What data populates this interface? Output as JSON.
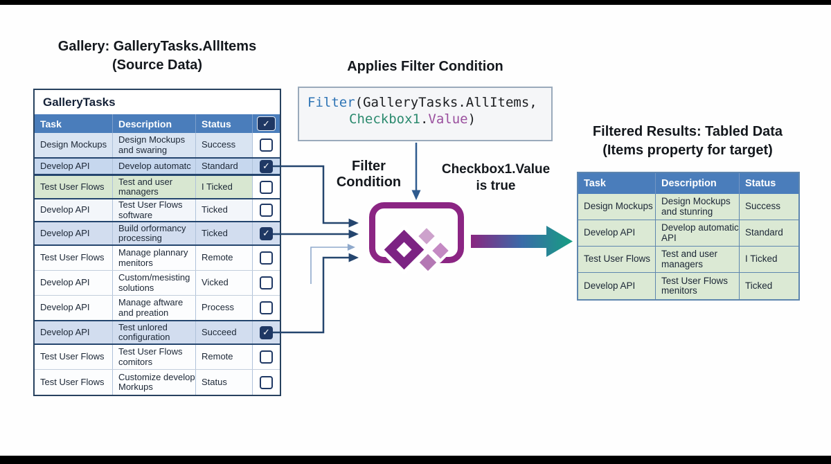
{
  "left_panel": {
    "title_line1": "Gallery: GalleryTasks.AllItems",
    "title_line2": "(Source Data)",
    "table": {
      "name": "GalleryTasks",
      "columns": [
        "Task",
        "Description",
        "Status"
      ],
      "check_glyph": "✓",
      "rows": [
        {
          "task": "Design Mockups",
          "description": "Design Mockups and swaring",
          "status": "Success",
          "checked": false,
          "bg": "blue1",
          "highlight": false
        },
        {
          "task": "Develop API",
          "description": "Develop automatc",
          "status": "Standard",
          "checked": true,
          "bg": "blue2",
          "highlight": true
        },
        {
          "task": "Test User Flows",
          "description": "Test and user managers",
          "status": "I Ticked",
          "checked": false,
          "bg": "green",
          "highlight": true
        },
        {
          "task": "Develop API",
          "description": "Test User Flows software",
          "status": "Ticked",
          "checked": false,
          "bg": "white1",
          "highlight": false
        },
        {
          "task": "Develop API",
          "description": "Build orformancy processing",
          "status": "Ticked",
          "checked": true,
          "bg": "blue3",
          "highlight": true
        },
        {
          "task": "Test User Flows",
          "description": "Manage plannary menitors",
          "status": "Remote",
          "checked": false,
          "bg": "white",
          "highlight": false
        },
        {
          "task": "Develop API",
          "description": "Custom/mesisting solutions",
          "status": "Vicked",
          "checked": false,
          "bg": "white",
          "highlight": false
        },
        {
          "task": "Develop API",
          "description": "Manage aftware and preation",
          "status": "Process",
          "checked": false,
          "bg": "white",
          "highlight": false
        },
        {
          "task": "Develop API",
          "description": "Test unlored configuration",
          "status": "Succeed",
          "checked": true,
          "bg": "blue3",
          "highlight": true
        },
        {
          "task": "Test User Flows",
          "description": "Test User Flows comitors",
          "status": "Remote",
          "checked": false,
          "bg": "white",
          "highlight": false
        },
        {
          "task": "Test User Flows",
          "description": "Customize develop Morkups",
          "status": "Status",
          "checked": false,
          "bg": "white",
          "highlight": false
        }
      ]
    }
  },
  "center_panel": {
    "title": "Applies Filter Condition",
    "code": {
      "fn": "Filter",
      "args_open": "(GalleryTasks.AllItems,",
      "obj": "Checkbox1",
      "dot": ".",
      "prop": "Value",
      "close": ")"
    },
    "filter_condition_line1": "Filter",
    "filter_condition_line2": "Condition",
    "checkbox_value_line1": "Checkbox1.Value",
    "checkbox_value_line2": "is true",
    "icon_name": "power-apps-logo"
  },
  "right_panel": {
    "title_line1": "Filtered Results: Tabled Data",
    "title_line2": "(Items property for target)",
    "table": {
      "columns": [
        "Task",
        "Description",
        "Status"
      ],
      "rows": [
        {
          "task": "Design Mockups",
          "description": "Design Mockups and stunring",
          "status": "Success"
        },
        {
          "task": "Develop API",
          "description": "Develop automatic API",
          "status": "Standard"
        },
        {
          "task": "Test User Flows",
          "description": "Test and user managers",
          "status": "I Ticked"
        },
        {
          "task": "Develop API",
          "description": "Test User Flows menitors",
          "status": "Ticked"
        }
      ]
    }
  },
  "colors": {
    "header_blue": "#4a7dbb",
    "navy": "#1f3864",
    "row_green": "#dbe9d4",
    "powerapps_purple": "#7c2383",
    "arrow_gradient_start": "#8a2680",
    "arrow_gradient_end": "#169e82",
    "code_fn_blue": "#2e74b5",
    "code_obj_teal": "#2b8a6e",
    "code_prop_purple": "#9a4f9e"
  }
}
